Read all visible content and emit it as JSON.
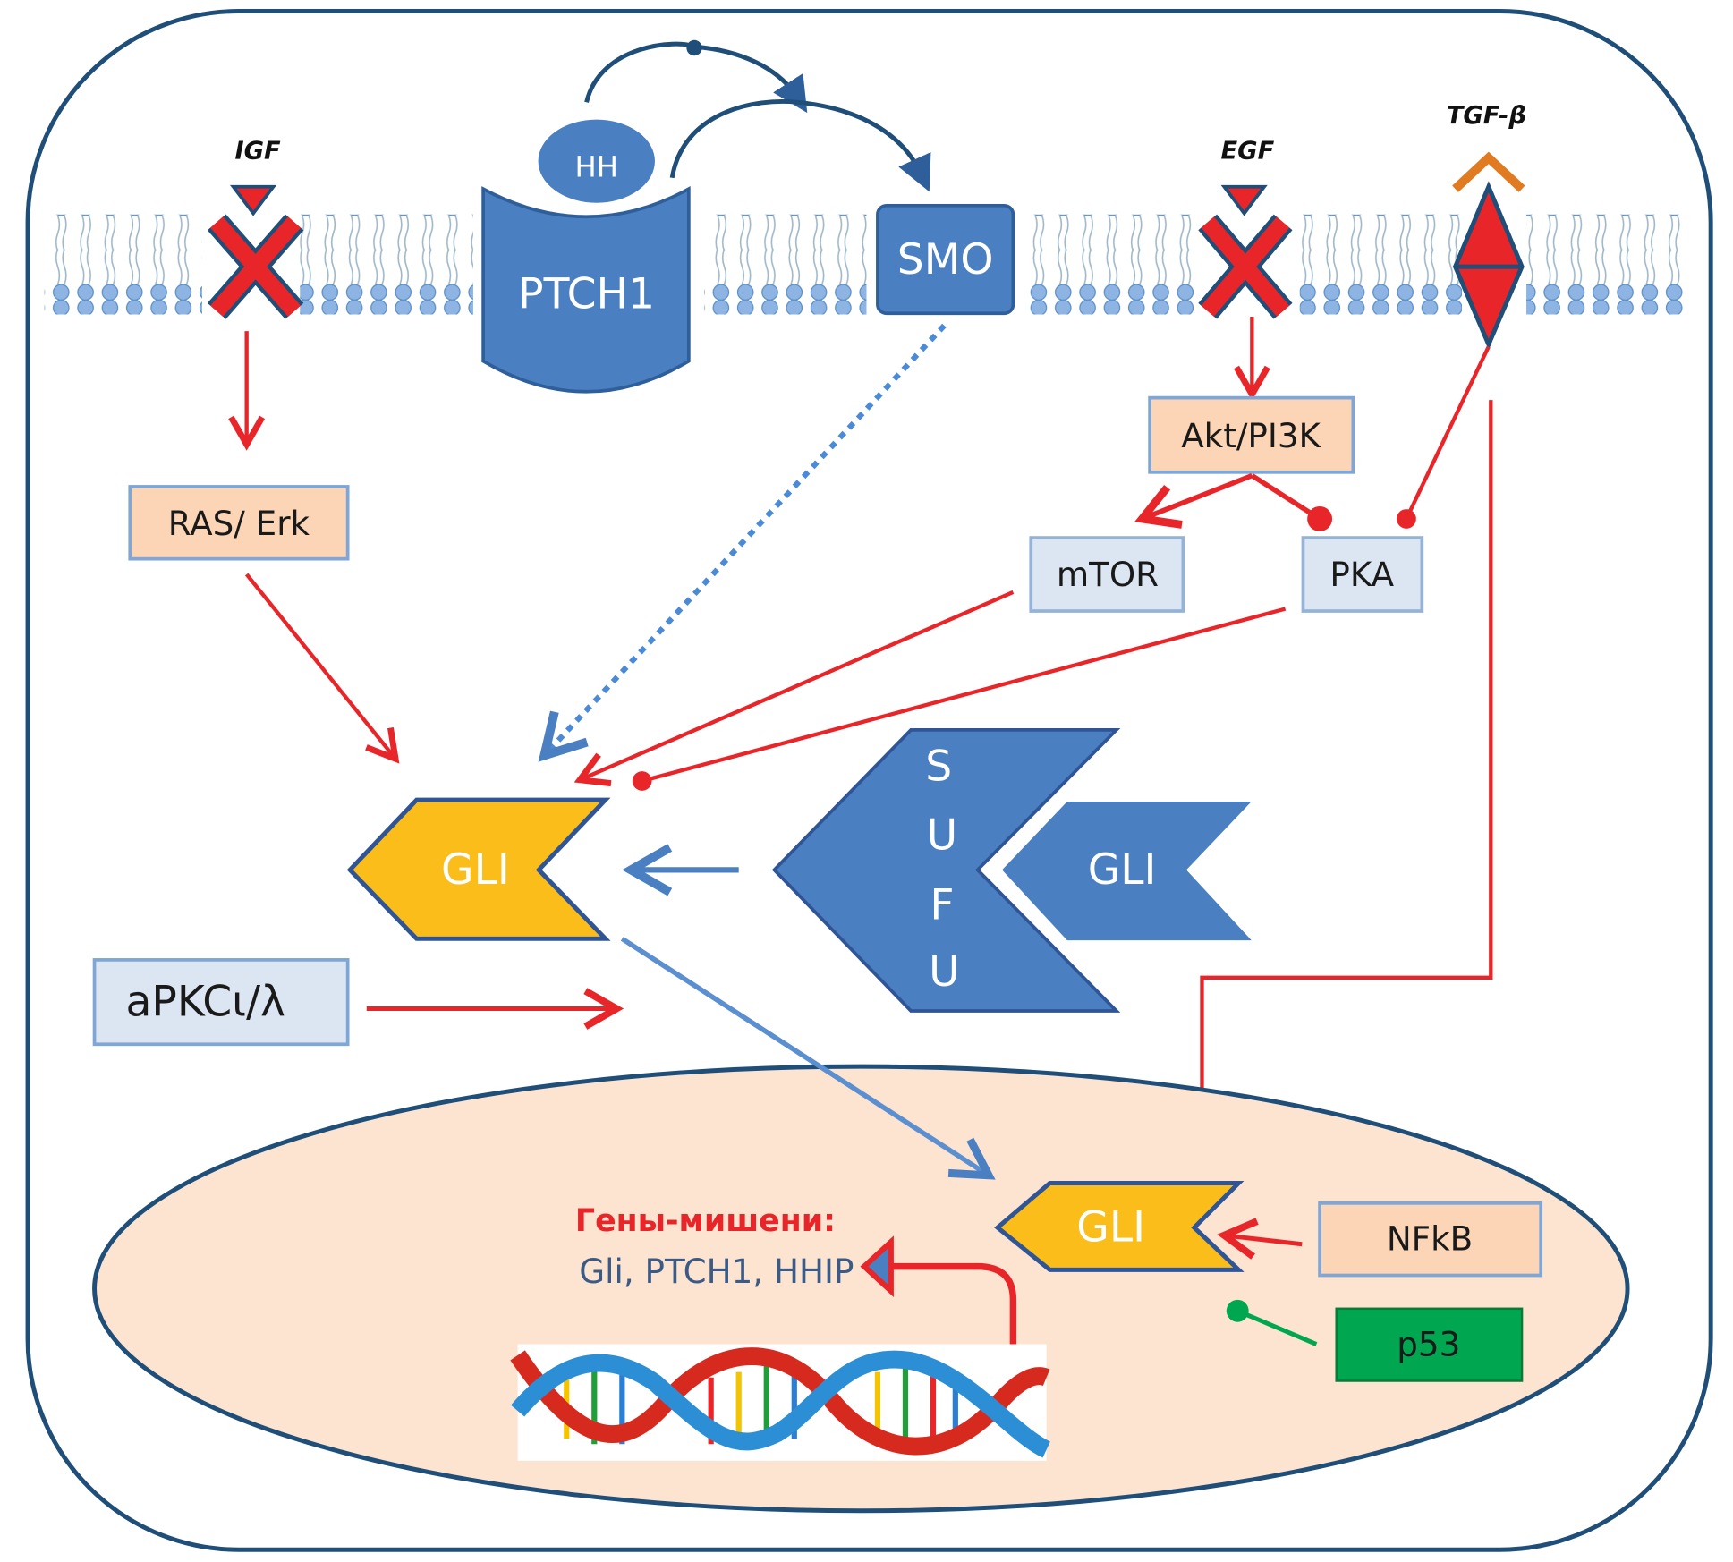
{
  "ligands": {
    "igf": "IGF",
    "egf": "EGF",
    "tgf": "TGF-β",
    "hh": "HH"
  },
  "receptors": {
    "ptch1": "PTCH1",
    "smo": "SMO"
  },
  "kinases": {
    "ras_erk": "RAS/ Erk",
    "akt_pi3k": "Akt/PI3K",
    "mtor": "mTOR",
    "pka": "PKA",
    "apkc": "aPKCι/λ"
  },
  "complex": {
    "sufu_letters": [
      "S",
      "U",
      "F",
      "U"
    ],
    "gli_bound": "GLI"
  },
  "gli_cytoplasm": "GLI",
  "nucleus": {
    "gli": "GLI",
    "nfkb": "NFkB",
    "p53": "p53",
    "targets_title": "Гены-мишени:",
    "targets_list": "Gli, PTCH1, HHIP"
  },
  "colors": {
    "outline": "#1f4e79",
    "protein_blue": "#4a7fc1",
    "gli_yellow": "#fbbd19",
    "activation_red": "#e8262a",
    "peach_box": "#fbd5b5",
    "light_box": "#dce6f2",
    "p53_green": "#00a650",
    "nucleus_fill": "#fce4d0",
    "tgf_orange": "#e07b22"
  }
}
